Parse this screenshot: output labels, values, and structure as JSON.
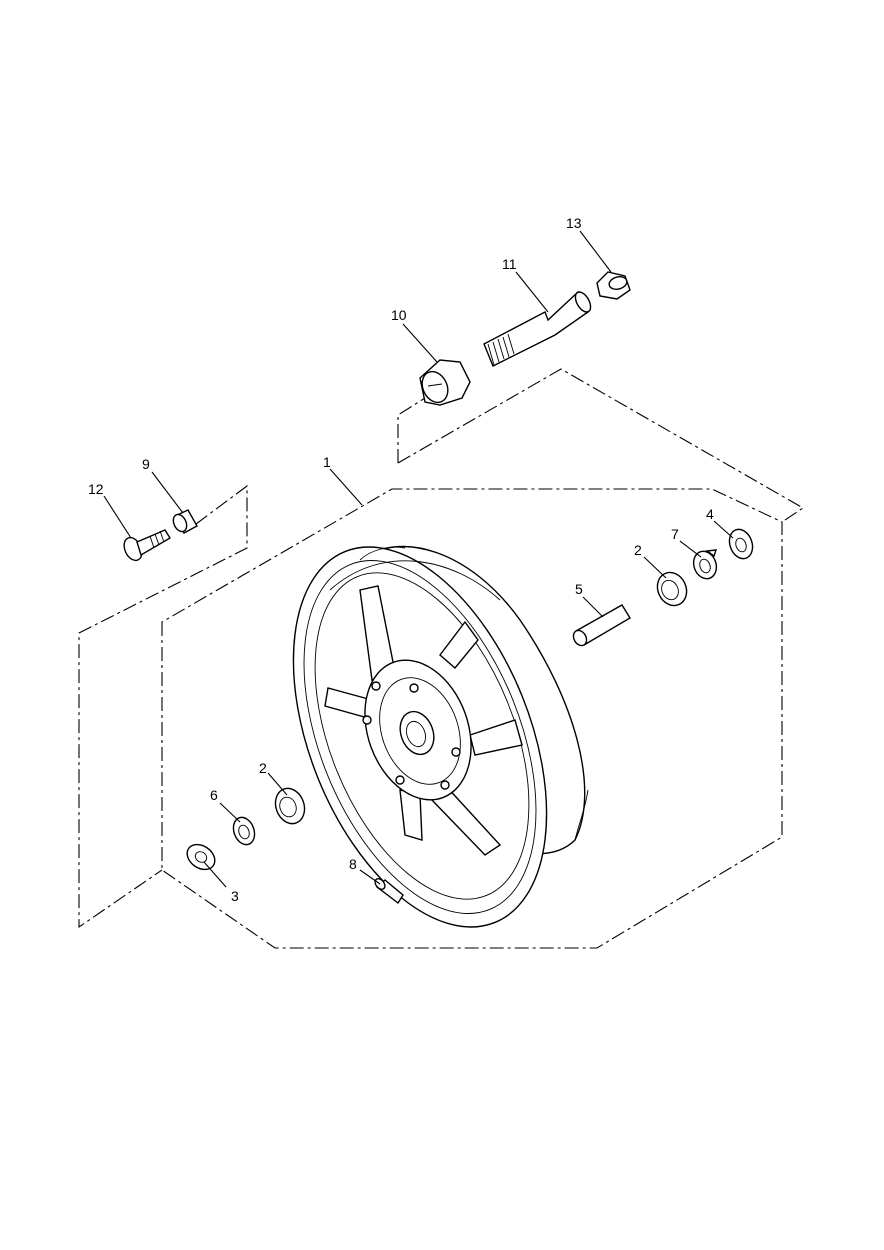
{
  "diagram": {
    "callouts": [
      {
        "id": "c1",
        "text": "1"
      },
      {
        "id": "c2a",
        "text": "2"
      },
      {
        "id": "c2b",
        "text": "2"
      },
      {
        "id": "c3",
        "text": "3"
      },
      {
        "id": "c4",
        "text": "4"
      },
      {
        "id": "c5",
        "text": "5"
      },
      {
        "id": "c6",
        "text": "6"
      },
      {
        "id": "c7",
        "text": "7"
      },
      {
        "id": "c8",
        "text": "8"
      },
      {
        "id": "c9",
        "text": "9"
      },
      {
        "id": "c10",
        "text": "10"
      },
      {
        "id": "c11",
        "text": "11"
      },
      {
        "id": "c12",
        "text": "12"
      },
      {
        "id": "c13",
        "text": "13"
      }
    ],
    "line_color": "#000000",
    "background": "#ffffff"
  }
}
